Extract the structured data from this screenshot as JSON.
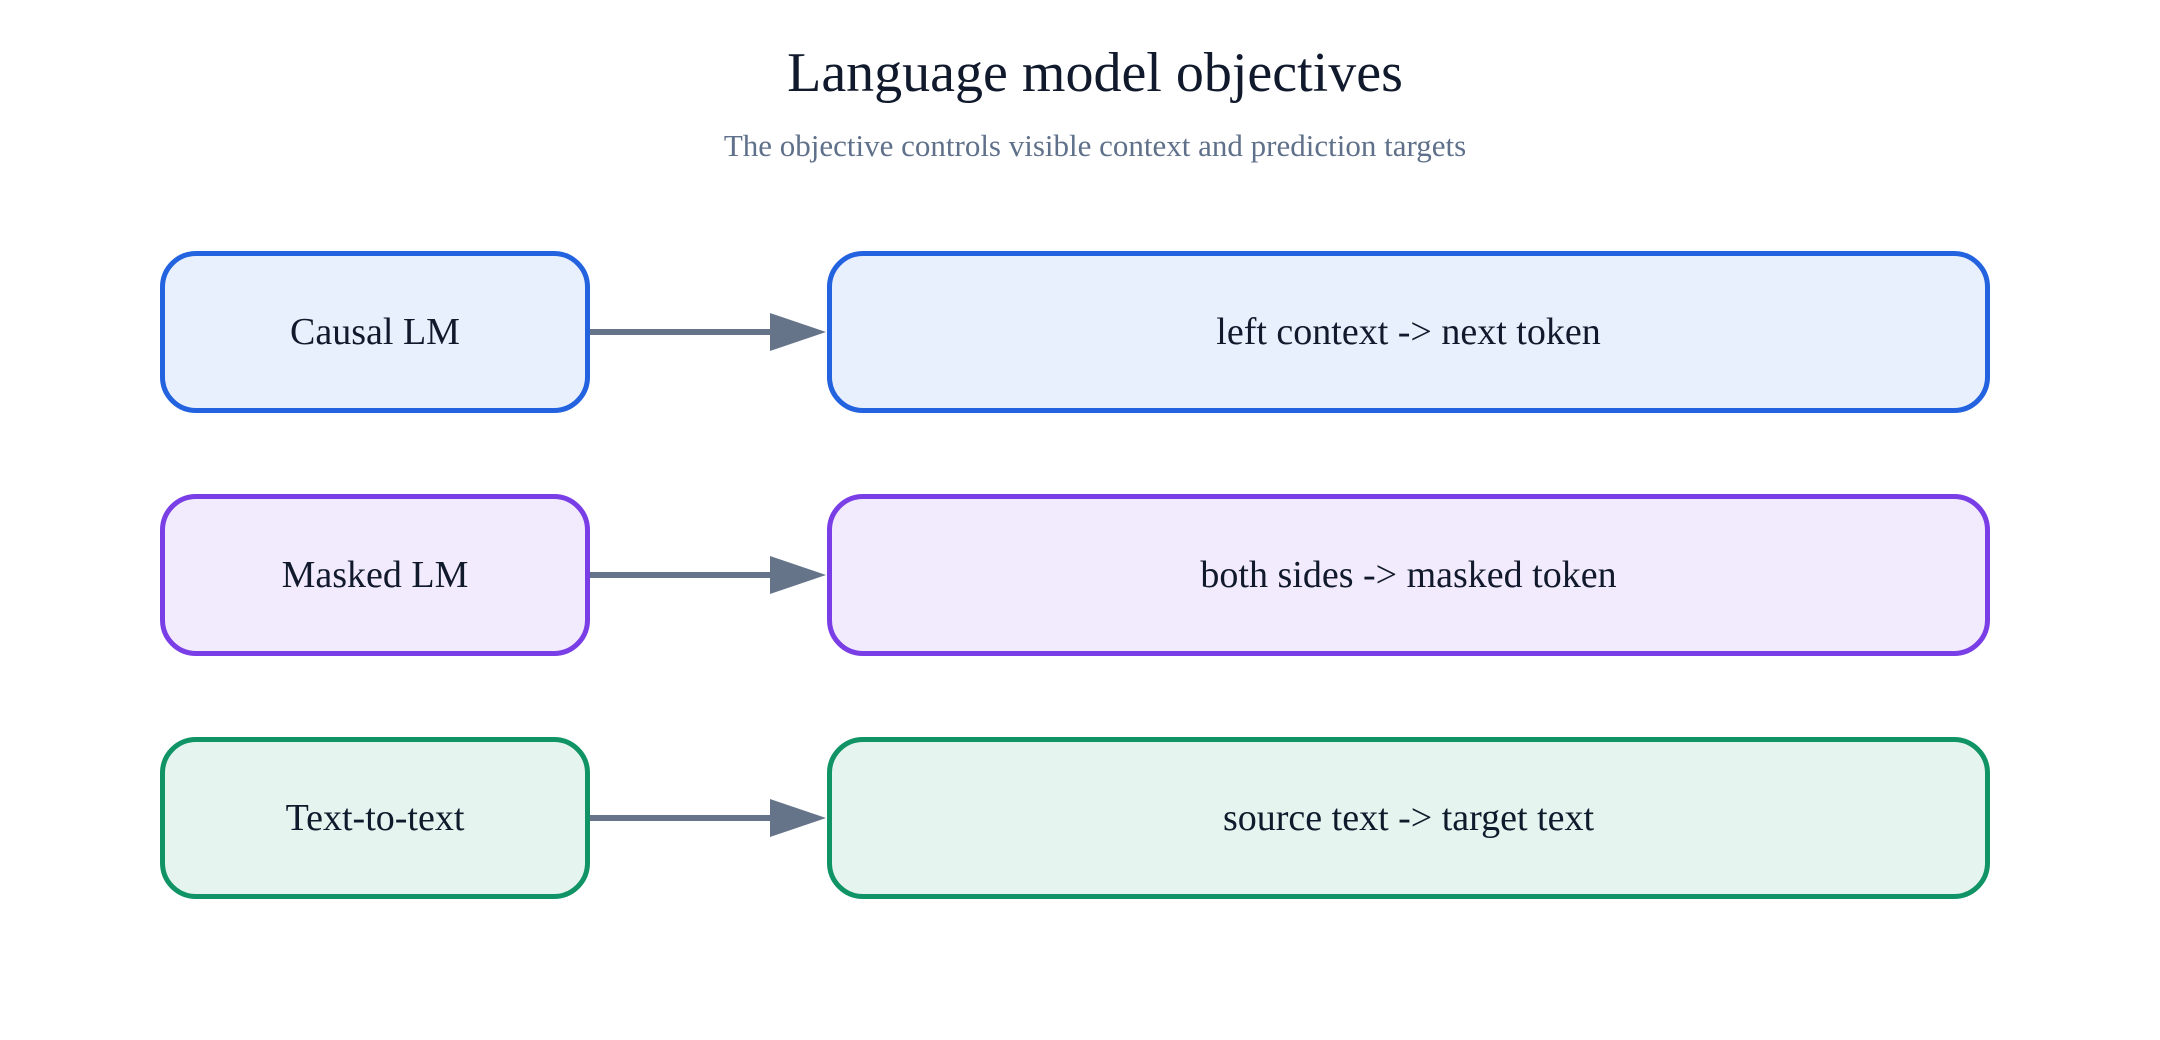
{
  "title": "Language model objectives",
  "subtitle": "The objective controls visible context and prediction targets",
  "rows": [
    {
      "objective": "Causal LM",
      "description": "left context -> next token",
      "border_color": "#2463e0",
      "fill_color": "#e9f0fd"
    },
    {
      "objective": "Masked LM",
      "description": "both sides -> masked token",
      "border_color": "#7a3ee6",
      "fill_color": "#f2ebfd"
    },
    {
      "objective": "Text-to-text",
      "description": "source text -> target text",
      "border_color": "#109466",
      "fill_color": "#e5f4ee"
    }
  ],
  "arrow_color": "#66748a"
}
